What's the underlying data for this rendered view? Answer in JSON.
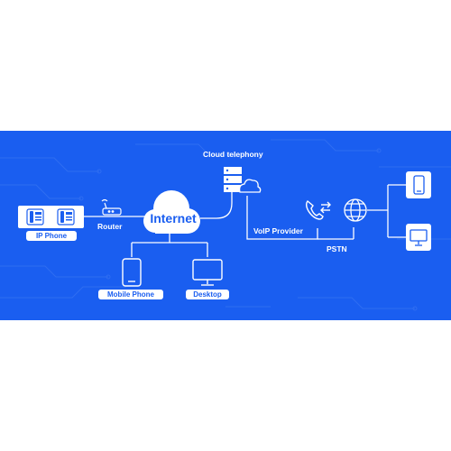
{
  "nodes": {
    "ip_phone": "IP Phone",
    "router": "Router",
    "internet": "Internet",
    "cloud_telephony": "Cloud telephony",
    "voip_provider": "VoIP Provider",
    "pstn": "PSTN",
    "mobile_phone": "Mobile Phone",
    "desktop": "Desktop"
  },
  "icons": [
    "ip-phone-icon",
    "router-icon",
    "cloud-icon",
    "server-icon",
    "voip-phone-icon",
    "globe-icon",
    "mobile-icon",
    "desktop-icon"
  ],
  "colors": {
    "background": "#1a5ef0",
    "foreground": "#ffffff"
  }
}
